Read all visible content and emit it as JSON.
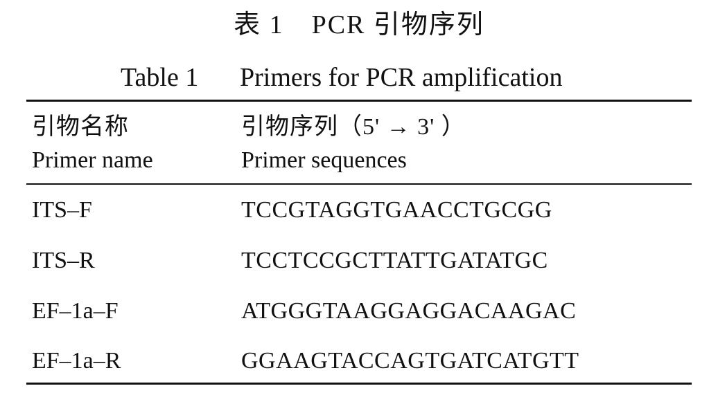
{
  "caption": {
    "title_cn": "表 1　PCR 引物序列",
    "table_number": "Table 1",
    "title_en": "Primers for PCR amplification"
  },
  "table": {
    "headers": [
      {
        "cn": "引物名称",
        "en": "Primer name"
      },
      {
        "cn": "引物序列（5' → 3' ）",
        "en": "Primer sequences"
      }
    ],
    "rows": [
      {
        "name": "ITS–F",
        "sequence": "TCCGTAGGTGAACCTGCGG"
      },
      {
        "name": "ITS–R",
        "sequence": "TCCTCCGCTTATTGATATGC"
      },
      {
        "name": "EF–1a–F",
        "sequence": "ATGGGTAAGGAGGACAAGAC"
      },
      {
        "name": "EF–1a–R",
        "sequence": "GGAAGTACCAGTGATCATGTT"
      }
    ]
  }
}
